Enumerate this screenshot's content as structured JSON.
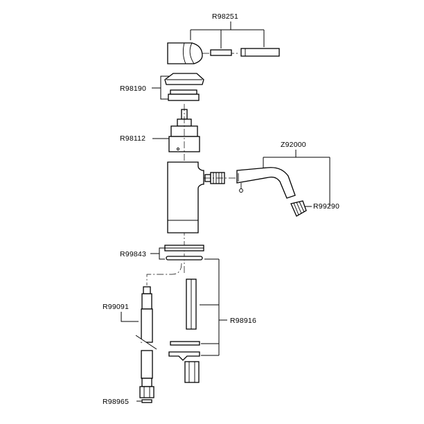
{
  "labels": {
    "r98251": "R98251",
    "r98190": "R98190",
    "r98112": "R98112",
    "z92000": "Z92000",
    "r99290": "R99290",
    "r99843": "R99843",
    "r99091": "R99091",
    "r98916": "R98916",
    "r98965": "R98965"
  }
}
